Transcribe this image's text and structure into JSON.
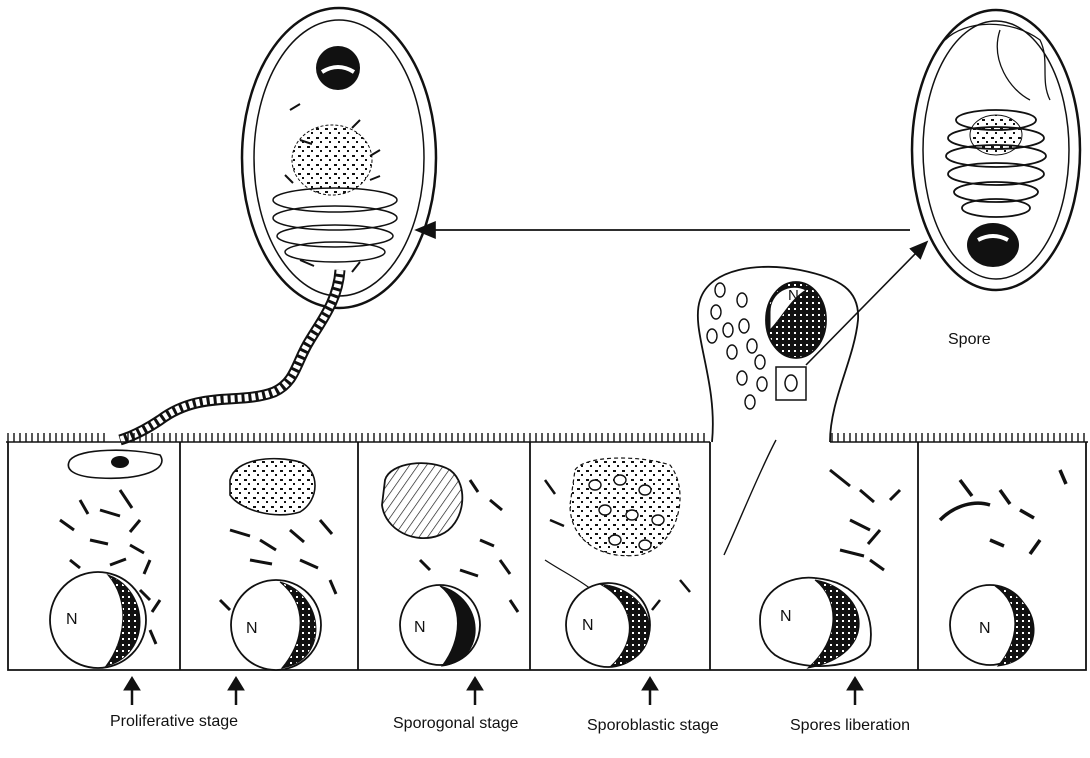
{
  "labels": {
    "spore": "Spore",
    "nucleus": "N",
    "proliferative": "Proliferative stage",
    "sporogonal": "Sporogonal stage",
    "sporoblastic": "Sporoblastic stage",
    "liberation": "Spores liberation"
  },
  "colors": {
    "ink": "#111111",
    "background": "#ffffff"
  }
}
